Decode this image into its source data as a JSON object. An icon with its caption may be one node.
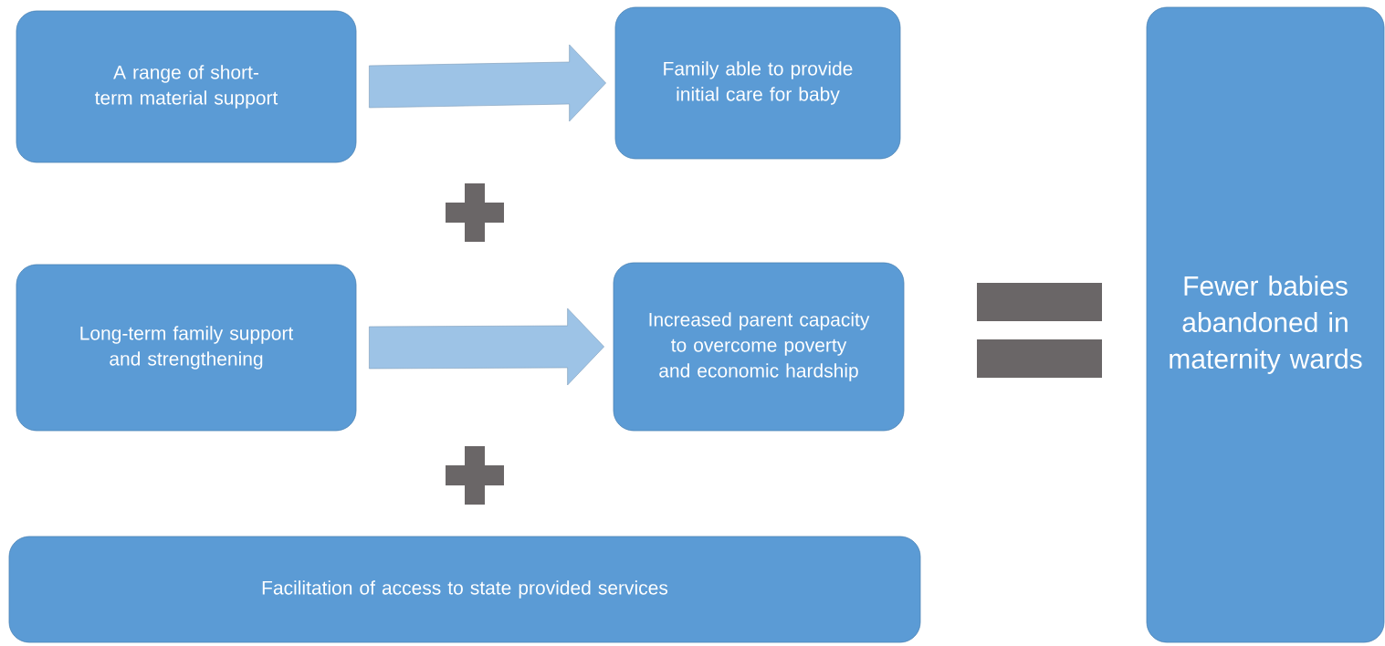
{
  "diagram": {
    "nodes": [
      {
        "text": [
          "A range of short-term material support"
        ]
      },
      {
        "text": [
          "Family able to provide initial care for baby"
        ]
      },
      {
        "text": [
          "Long-term family support and strengthening"
        ]
      },
      {
        "text": [
          "Increased parent capacity to overcome poverty and economic hardship"
        ]
      },
      {
        "text": [
          "Facilitation of access to state provided services"
        ]
      },
      {
        "text": [
          "Fewer babies abandoned in maternity wards"
        ]
      }
    ],
    "edges": [
      {
        "from": 0,
        "to": 1,
        "arrow": "to"
      },
      {
        "from": 2,
        "to": 3,
        "arrow": "to"
      }
    ]
  }
}
